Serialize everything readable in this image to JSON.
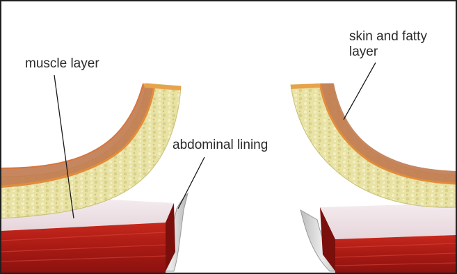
{
  "labels": {
    "muscle_layer": "muscle layer",
    "abdominal_lining": "abdominal lining",
    "skin_and_fatty_layer": [
      "skin and fatty",
      "layer"
    ]
  },
  "colors": {
    "fat": "#e8e2a2",
    "muscle_band": "#c47a4e",
    "skin_edge": "#e9a24a",
    "tissue_top": "#f1e6ea",
    "tissue_front": "#b8221a",
    "lining": "#cfcfcf",
    "border": "#1f1f1f"
  }
}
